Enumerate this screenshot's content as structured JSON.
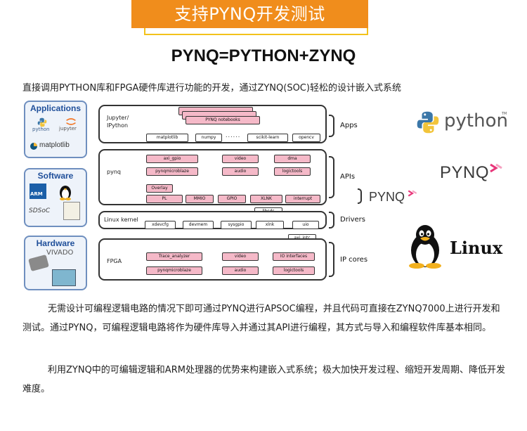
{
  "banner": {
    "title": "支持PYNQ开发测试"
  },
  "main_title": "PYNQ=PYTHON+ZYNQ",
  "intro": "直接调用PYTHON库和FPGA硬件库进行功能的开发，通过ZYNQ(SOC)轻松的设计嵌入式系统",
  "left_boxes": {
    "applications": {
      "title": "Applications",
      "items": [
        "python",
        "jupyter",
        "matplotlib"
      ]
    },
    "software": {
      "title": "Software",
      "items": [
        "ARM",
        "SDSoC"
      ]
    },
    "hardware": {
      "title": "Hardware",
      "items": [
        "VIVADO"
      ]
    }
  },
  "diagram": {
    "apps_layer": {
      "label_line1": "Jupyter/",
      "label_line2": "IPython",
      "notebooks": "PYNQ notebooks",
      "libs": [
        "matplotlib",
        "numpy",
        "scikit-learn",
        "opencv"
      ],
      "dots": "......"
    },
    "pynq_layer": {
      "label": "pynq",
      "row1": [
        "axi_gpio",
        "video",
        "dma"
      ],
      "row2": [
        "pynqmicroblaze",
        "audio",
        "logictools"
      ],
      "overlay": "Overlay",
      "row3": [
        "PL",
        "MMIO",
        "GPIO",
        "XLNK",
        "interrupt"
      ]
    },
    "linux_layer": {
      "label": "Linux kernel",
      "libsds": "libsds",
      "drivers": [
        "xdevcfg",
        "devmem",
        "sysgpio",
        "xlnk",
        "uio"
      ],
      "axi_intc": "axi_intc"
    },
    "fpga_layer": {
      "label": "FPGA",
      "row1": [
        "Trace_analyzer",
        "video",
        "IO interfaces"
      ],
      "row2": [
        "pynqmicroblaze",
        "audio",
        "logictools"
      ]
    },
    "tags": [
      "Apps",
      "APIs",
      "Drivers",
      "IP cores"
    ]
  },
  "logos": {
    "python": "python",
    "python_tm": "TM",
    "pynq_large": "PYNQ",
    "pynq_small": "PYNQ",
    "linux": "Linux"
  },
  "paragraphs": [
    "无需设计可编程逻辑电路的情况下即可通过PYNQ进行APSOC编程，并且代码可直接在ZYNQ7000上进行开发和测试。通过PYNQ，可编程逻辑电路将作为硬件库导入并通过其API进行编程，其方式与导入和编程软件库基本相同。",
    "利用ZYNQ中的可编辑逻辑和ARM处理器的优势来构建嵌入式系统；极大加快开发过程、缩短开发周期、降低开发难度。"
  ],
  "colors": {
    "banner": "#f08d1c",
    "banner_border": "#f3c21b",
    "chip_pink": "#f5b9c8",
    "box_border": "#6f8fbf",
    "box_title": "#1f4f9a",
    "pynq_accent": "#e8367a"
  }
}
